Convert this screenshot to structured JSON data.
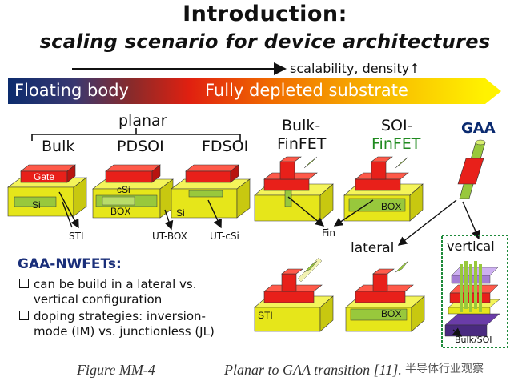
{
  "title": {
    "line1": "Introduction:",
    "line2": "scaling scenario for device architectures"
  },
  "scalability_label": "scalability, density↑",
  "bar": {
    "left": "Floating body",
    "right": "Fully depleted substrate"
  },
  "columns": {
    "planar": "planar",
    "bulk": "Bulk",
    "pdsoi": "PDSOI",
    "fdsoi": "FDSOI",
    "bulk_finfet_line1": "Bulk-",
    "bulk_finfet_line2": "FinFET",
    "soi_finfet_line1": "SOI-",
    "soi_finfet_line2": "FinFET",
    "gaa": "GAA"
  },
  "device_labels": {
    "gate": "Gate",
    "si": "Si",
    "csi": "cSi",
    "box": "BOX",
    "sti": "STI",
    "ut_box": "UT-BOX",
    "ut_csi": "UT-cSi",
    "fin": "Fin",
    "lateral": "lateral",
    "vertical": "vertical",
    "box_lateral": "BOX",
    "sti_lateral": "STI",
    "bulk_soi": "Bulk/SOI"
  },
  "gaa_nwfets": {
    "title": "GAA-NWFETs:",
    "bullet1_line1": "can be build in a lateral vs.",
    "bullet1_line2": "vertical configuration",
    "bullet2_line1": "doping strategies: inversion-",
    "bullet2_line2": "mode (IM) vs. junctionless (JL)"
  },
  "caption": {
    "figure": "Figure MM-4",
    "text": "Planar to GAA transition [11]."
  },
  "watermark": "半导体行业观察",
  "colors": {
    "gate_red": "#e8201a",
    "substrate_yellow": "#e6e61a",
    "soi_green": "#98c83c",
    "box_dark": "#6a8a22",
    "gaa_purple": "#9b6fd0",
    "vertical_box": "#1e8a3a"
  }
}
